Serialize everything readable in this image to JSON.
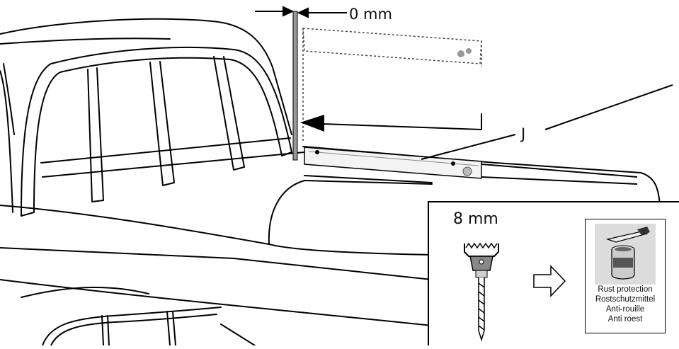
{
  "callouts": {
    "gap_label": "0 mm",
    "part_label": "J"
  },
  "drill": {
    "size_label": "8 mm",
    "icon": "drill-bit-icon",
    "arrow_icon": "right-arrow-icon"
  },
  "rust_protection": {
    "icon": "paint-can-brush-icon",
    "lines": [
      "Rust protection",
      "Rostschutzmittel",
      "Anti-rouille",
      "Anti roest"
    ]
  }
}
